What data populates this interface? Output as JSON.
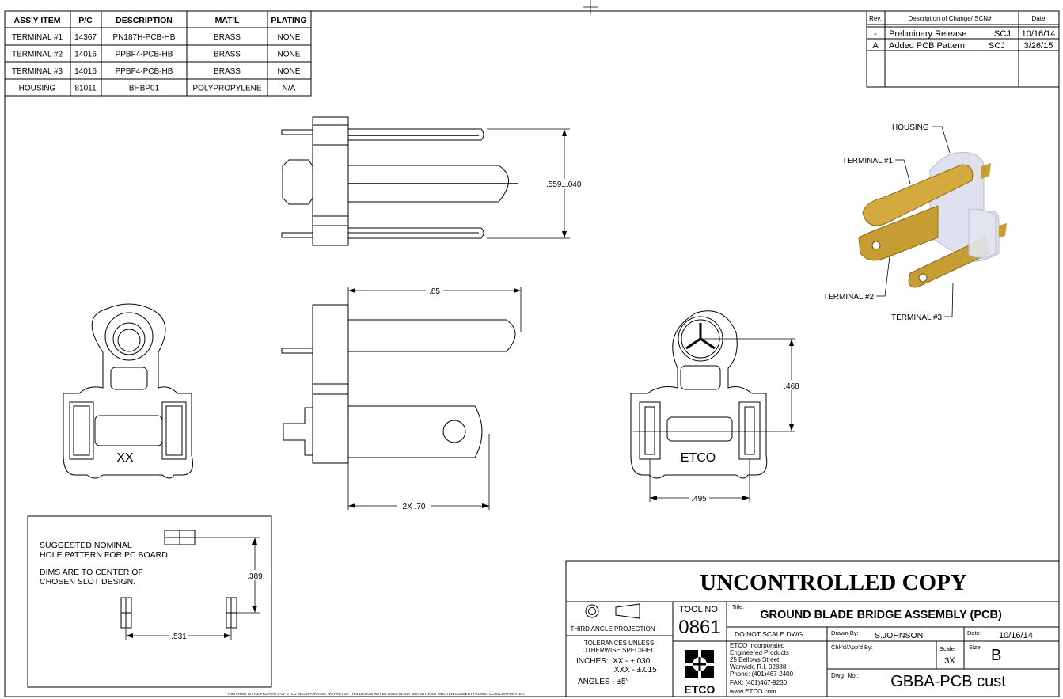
{
  "bom": {
    "headers": [
      "ASS'Y ITEM",
      "P/C",
      "DESCRIPTION",
      "MAT'L",
      "PLATING"
    ],
    "rows": [
      [
        "TERMINAL #1",
        "14367",
        "PN187H-PCB-HB",
        "BRASS",
        "NONE"
      ],
      [
        "TERMINAL #2",
        "14016",
        "PPBF4-PCB-HB",
        "BRASS",
        "NONE"
      ],
      [
        "TERMINAL #3",
        "14016",
        "PPBF4-PCB-HB",
        "BRASS",
        "NONE"
      ],
      [
        "HOUSING",
        "81011",
        "BHBP01",
        "POLYPROPYLENE",
        "N/A"
      ]
    ]
  },
  "revisions": {
    "headers": [
      "Rev.",
      "Description of Change/ SCN#",
      "Date"
    ],
    "rows": [
      {
        "rev": "-",
        "desc": "Preliminary Release",
        "by": "SCJ",
        "date": "10/16/14"
      },
      {
        "rev": "A",
        "desc": "Added PCB Pattern",
        "by": "SCJ",
        "date": "3/26/15"
      }
    ]
  },
  "dimensions": {
    "height_top": ".559±.040",
    "length": ".85",
    "length_2x": "2X .70",
    "right_height": ".468",
    "right_width": ".495",
    "pcb_v": ".389",
    "pcb_h": ".531"
  },
  "markings": {
    "left_view": "XX",
    "right_view": "ETCO"
  },
  "callouts": {
    "housing": "HOUSING",
    "terminal1": "TERMINAL #1",
    "terminal2": "TERMINAL #2",
    "terminal3": "TERMINAL #3"
  },
  "pcb_note": {
    "line1": "SUGGESTED NOMINAL",
    "line2": "HOLE PATTERN FOR PC BOARD.",
    "line3": "DIMS ARE TO CENTER OF",
    "line4": "CHOSEN SLOT DESIGN."
  },
  "title_block": {
    "banner": "UNCONTROLLED COPY",
    "projection": "THIRD ANGLE PROJECTION",
    "tol_title1": "TOLERANCES UNLESS",
    "tol_title2": "OTHERWISE SPECIFIED",
    "tol_xx": "INCHES: .XX - ±.030",
    "tol_xxx": ".XXX - ±.015",
    "tol_ang": "ANGLES - ±5°",
    "tool_label": "TOOL NO.",
    "tool_no": "0861",
    "title_label": "Title:",
    "title": "GROUND BLADE BRIDGE ASSEMBLY (PCB)",
    "no_scale": "DO NOT SCALE DWG.",
    "drawn_label": "Drawn By:",
    "drawn_by": "S.JOHNSON",
    "date_label": "Date:",
    "date": "10/16/14",
    "chk_label": "Chk'd/App'd By:",
    "scale_label": "Scale:",
    "scale": "3X",
    "size_label": "Size",
    "size": "B",
    "dwg_label": "Dwg. No.:",
    "dwg_no": "GBBA-PCB cust",
    "logo_text": "ETCO",
    "company": [
      "ETCO Incorporated",
      "Engineered Products",
      "25 Bellows Street",
      "Warwick, R.I. 02888",
      "Phone: (401)467-2400",
      "FAX: (401)467-9230",
      "www.ETCO.com"
    ]
  },
  "footer": "THIS PRINT IS THE PROPERTY OF ETCO INCORPORATED.  NO PART OF THIS DESIGN MAY BE USED IN ANY WAY WITHOUT WRITTEN CONSENT FROM ETCO INCORPORATED.",
  "colors": {
    "brass": "#c9a544",
    "housing": "#dfe1ee"
  }
}
